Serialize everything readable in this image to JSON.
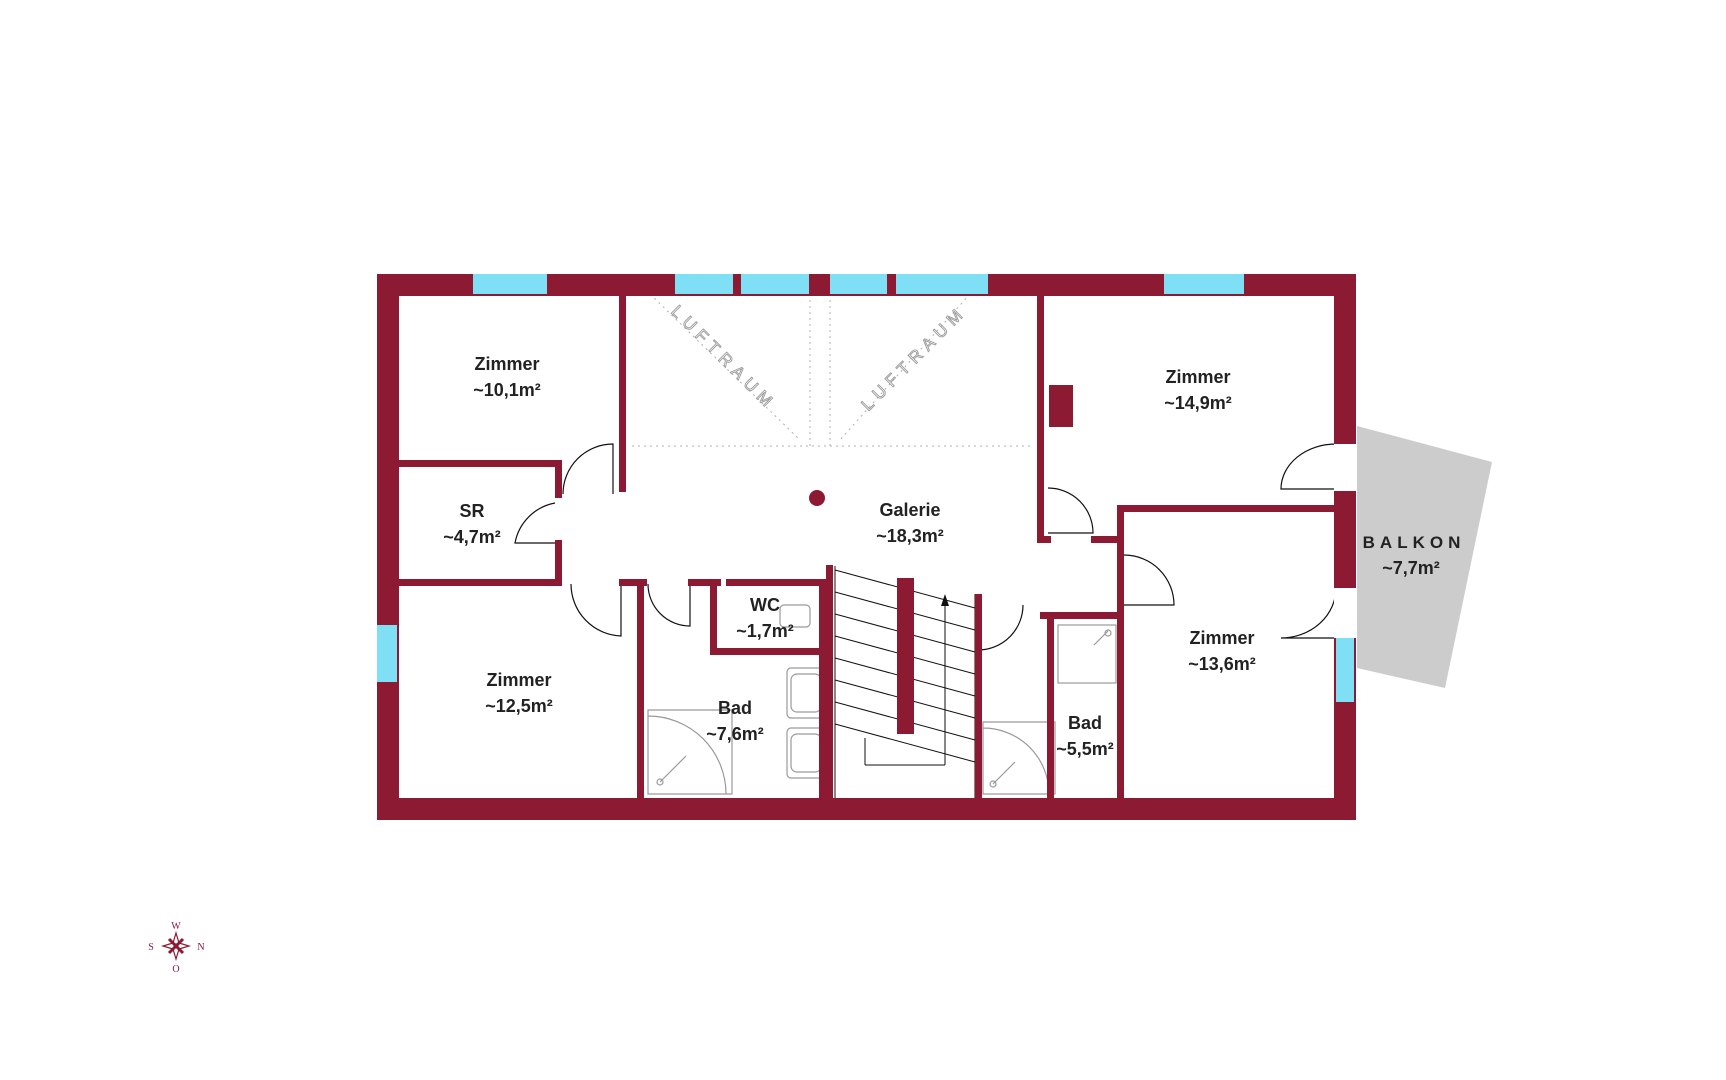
{
  "colors": {
    "wall": "#8c1a33",
    "window": "#7fdff5",
    "balcony": "#cccccc",
    "background": "#ffffff"
  },
  "rooms": [
    {
      "key": "zimmer_nw",
      "name": "Zimmer",
      "area": "~10,1m²"
    },
    {
      "key": "sr",
      "name": "SR",
      "area": "~4,7m²"
    },
    {
      "key": "zimmer_sw",
      "name": "Zimmer",
      "area": "~12,5m²"
    },
    {
      "key": "galerie",
      "name": "Galerie",
      "area": "~18,3m²"
    },
    {
      "key": "wc",
      "name": "WC",
      "area": "~1,7m²"
    },
    {
      "key": "bad_1",
      "name": "Bad",
      "area": "~7,6m²"
    },
    {
      "key": "bad_2",
      "name": "Bad",
      "area": "~5,5m²"
    },
    {
      "key": "zimmer_ne",
      "name": "Zimmer",
      "area": "~14,9m²"
    },
    {
      "key": "zimmer_se",
      "name": "Zimmer",
      "area": "~13,6m²"
    }
  ],
  "balcony": {
    "name": "BALKON",
    "area": "~7,7m²"
  },
  "luftraum": [
    "LUFTRAUM",
    "LUFTRAUM"
  ],
  "compass": {
    "top": "W",
    "right": "N",
    "bottom": "O",
    "left": "S",
    "icon": "compass-rose-icon"
  }
}
